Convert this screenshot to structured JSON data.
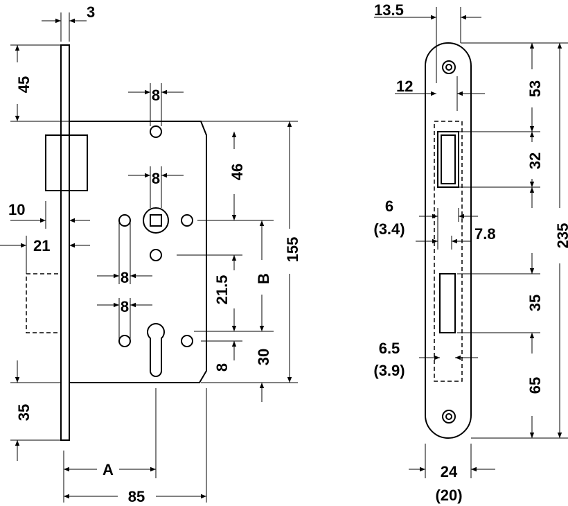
{
  "left_view": {
    "faceplate_thickness": "3",
    "top_to_body": "45",
    "latch_projection": "10",
    "deadbolt_projection": "21",
    "bottom_to_body": "35",
    "hole_dia_top": "8",
    "follower_size": "8",
    "hole_dia_mid": "8",
    "hole_dia_cyl": "8",
    "top_hole_to_follower": "46",
    "body_height": "155",
    "distance_label": "B",
    "cyl_offset": "21.5",
    "cyl_to_bottom": "30",
    "cyl_bottom": "8",
    "backset_label": "A",
    "body_depth": "85"
  },
  "right_view": {
    "edge_offset": "13.5",
    "hole_offset": "12",
    "top_to_latch": "53",
    "latch_height": "32",
    "total_height": "235",
    "latch_width": "6",
    "latch_width_alt": "(3.4)",
    "latch_offset": "7.8",
    "bolt_height": "35",
    "bolt_width": "6.5",
    "bolt_width_alt": "(3.9)",
    "bolt_to_bottom": "65",
    "faceplate_width": "24",
    "faceplate_width_alt": "(20)"
  }
}
